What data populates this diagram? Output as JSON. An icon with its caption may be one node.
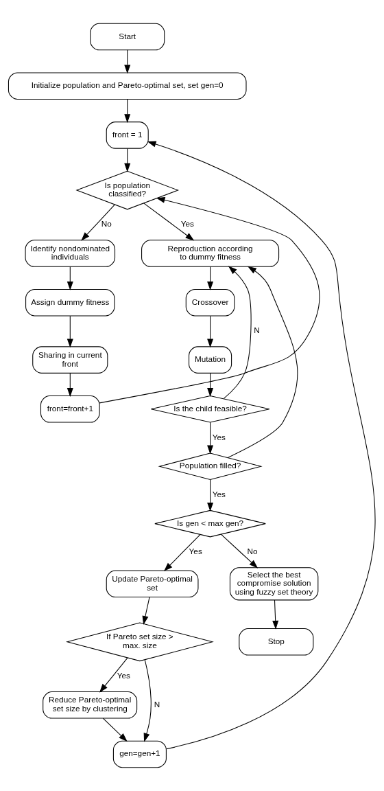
{
  "diagram": {
    "nodes": [
      {
        "text": [
          "Start"
        ]
      },
      {
        "text": [
          "Initialize population and Pareto-optimal set, set gen=0"
        ]
      },
      {
        "text": [
          "front = 1"
        ]
      },
      {
        "text": [
          "Is population classified?"
        ]
      },
      {
        "text": [
          "Identify nondominated individuals"
        ]
      },
      {
        "text": [
          "Assign dummy fitness"
        ]
      },
      {
        "text": [
          "Sharing in current front"
        ]
      },
      {
        "text": [
          "front=front+1"
        ]
      },
      {
        "text": [
          "Reproduction according to dummy fitness"
        ]
      },
      {
        "text": [
          "Crossover"
        ]
      },
      {
        "text": [
          "Mutation"
        ]
      },
      {
        "text": [
          "Is the child feasible?"
        ]
      },
      {
        "text": [
          "Population filled?"
        ]
      },
      {
        "text": [
          "Is gen < max gen?"
        ]
      },
      {
        "text": [
          "Update Pareto-optimal set"
        ]
      },
      {
        "text": [
          "If Pareto set size > max. size"
        ]
      },
      {
        "text": [
          "Reduce Pareto-optimal set size by clustering"
        ]
      },
      {
        "text": [
          "gen=gen+1"
        ]
      },
      {
        "text": [
          "Select the best compromise solution using fuzzy set theory"
        ]
      },
      {
        "text": [
          "Stop"
        ]
      }
    ],
    "edges": [
      {
        "from": 0,
        "to": 1,
        "arrow": "to"
      },
      {
        "from": 1,
        "to": 2,
        "arrow": "to"
      },
      {
        "from": 2,
        "to": 3,
        "arrow": "to"
      },
      {
        "from": 3,
        "to": 4,
        "arrow": "to",
        "label": "No"
      },
      {
        "from": 4,
        "to": 5,
        "arrow": "to"
      },
      {
        "from": 5,
        "to": 6,
        "arrow": "to"
      },
      {
        "from": 6,
        "to": 7,
        "arrow": "to"
      },
      {
        "from": 7,
        "to": 3,
        "arrow": "to"
      },
      {
        "from": 3,
        "to": 8,
        "arrow": "to",
        "label": "Yes"
      },
      {
        "from": 8,
        "to": 9,
        "arrow": "to"
      },
      {
        "from": 9,
        "to": 10,
        "arrow": "to"
      },
      {
        "from": 10,
        "to": 11,
        "arrow": "to"
      },
      {
        "from": 11,
        "to": 8,
        "arrow": "to",
        "label": "N"
      },
      {
        "from": 11,
        "to": 12,
        "arrow": "to",
        "label": "Yes"
      },
      {
        "from": 12,
        "to": 8,
        "arrow": "to"
      },
      {
        "from": 12,
        "to": 13,
        "arrow": "to",
        "label": "Yes"
      },
      {
        "from": 13,
        "to": 14,
        "arrow": "to",
        "label": "Yes"
      },
      {
        "from": 13,
        "to": 18,
        "arrow": "to",
        "label": "No"
      },
      {
        "from": 14,
        "to": 15,
        "arrow": "to"
      },
      {
        "from": 15,
        "to": 16,
        "arrow": "to",
        "label": "Yes"
      },
      {
        "from": 15,
        "to": 17,
        "arrow": "to",
        "label": "N"
      },
      {
        "from": 16,
        "to": 17,
        "arrow": "to"
      },
      {
        "from": 17,
        "to": 2,
        "arrow": "to"
      },
      {
        "from": 18,
        "to": 19,
        "arrow": "to"
      }
    ]
  }
}
